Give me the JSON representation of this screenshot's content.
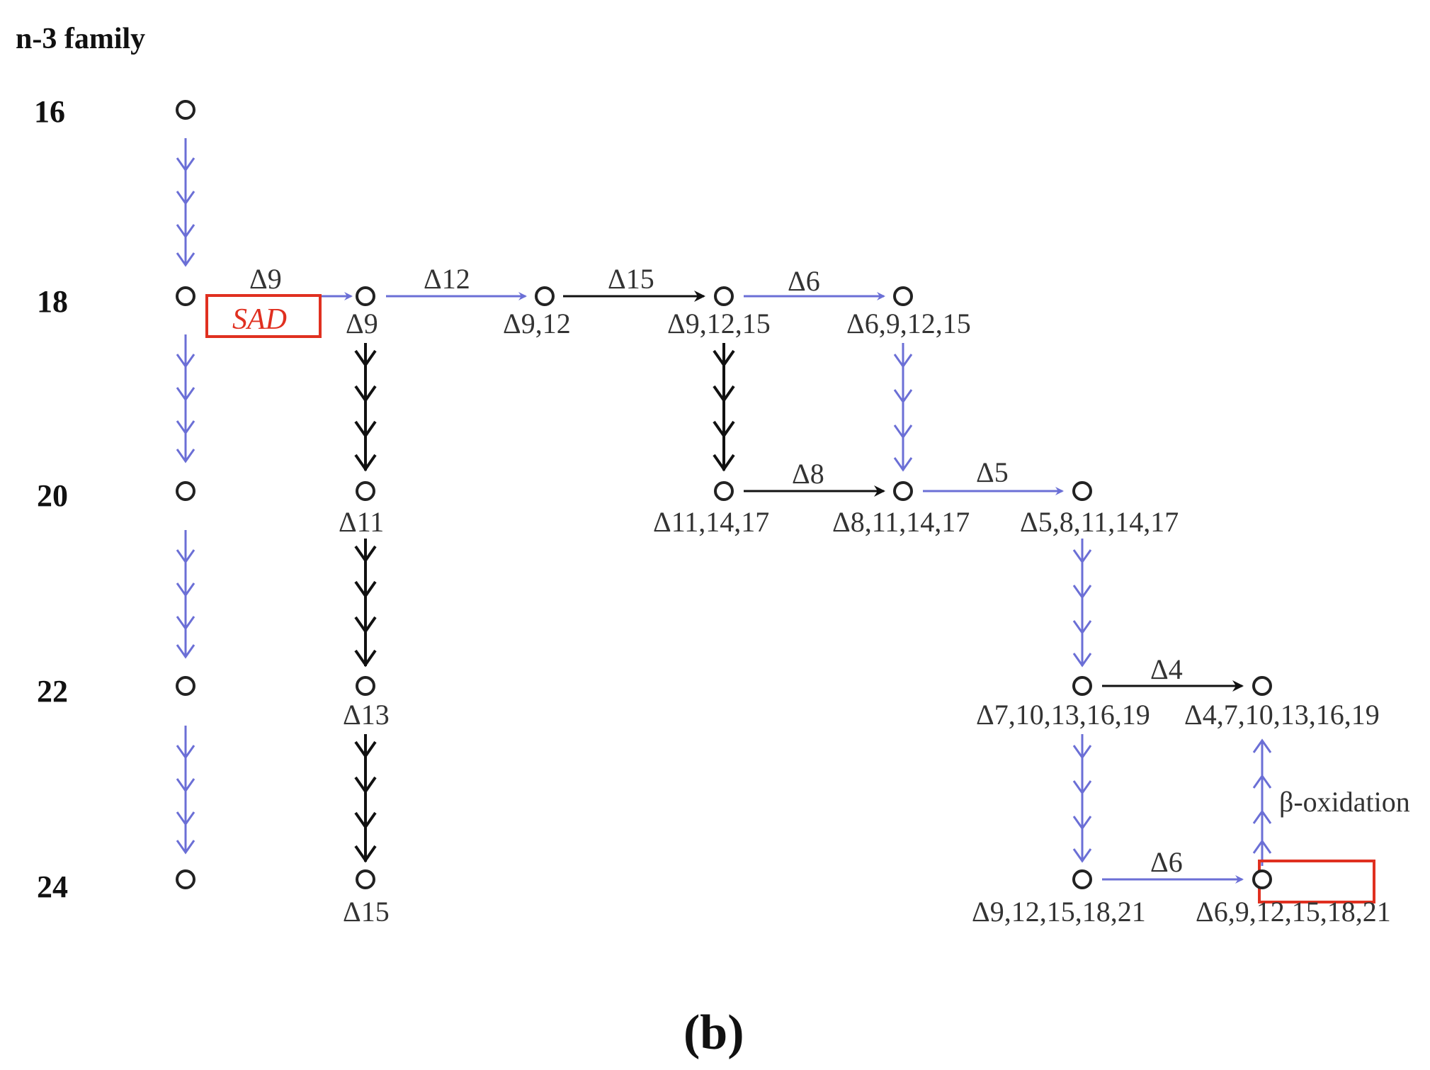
{
  "title": "n-3 family",
  "caption": "(b)",
  "row_labels": [
    "16",
    "18",
    "20",
    "22",
    "24"
  ],
  "colors": {
    "blue": "#6b6fd6",
    "black": "#111111",
    "red": "#e03020"
  },
  "nodes": [
    {
      "id": "c16",
      "label": ""
    },
    {
      "id": "c18",
      "label": ""
    },
    {
      "id": "c20",
      "label": ""
    },
    {
      "id": "c22",
      "label": ""
    },
    {
      "id": "c24",
      "label": ""
    },
    {
      "id": "d9",
      "label": "Δ9"
    },
    {
      "id": "d11",
      "label": "Δ11"
    },
    {
      "id": "d13",
      "label": "Δ13"
    },
    {
      "id": "d15",
      "label": "Δ15"
    },
    {
      "id": "d9_12",
      "label": "Δ9,12"
    },
    {
      "id": "d9_12_15",
      "label": "Δ9,12,15"
    },
    {
      "id": "d6_9_12_15",
      "label": "Δ6,9,12,15"
    },
    {
      "id": "d11_14_17",
      "label": "Δ11,14,17"
    },
    {
      "id": "d8_11_14_17",
      "label": "Δ8,11,14,17"
    },
    {
      "id": "d5_8_11_14_17",
      "label": "Δ5,8,11,14,17"
    },
    {
      "id": "d7_10_13_16_19",
      "label": "Δ7,10,13,16,19"
    },
    {
      "id": "d4_7_10_13_16_19",
      "label": "Δ4,7,10,13,16,19"
    },
    {
      "id": "d9_12_15_18_21",
      "label": "Δ9,12,15,18,21"
    },
    {
      "id": "d6_9_12_15_18_21",
      "label": "Δ6,9,12,15,18,21"
    }
  ],
  "edges": [
    {
      "from": "c18",
      "to": "d9",
      "label": "Δ9",
      "color": "blue",
      "box": "SAD"
    },
    {
      "from": "d9",
      "to": "d9_12",
      "label": "Δ12",
      "color": "blue"
    },
    {
      "from": "d9_12",
      "to": "d9_12_15",
      "label": "Δ15",
      "color": "black"
    },
    {
      "from": "d9_12_15",
      "to": "d6_9_12_15",
      "label": "Δ6",
      "color": "blue"
    },
    {
      "from": "d11_14_17",
      "to": "d8_11_14_17",
      "label": "Δ8",
      "color": "black"
    },
    {
      "from": "d8_11_14_17",
      "to": "d5_8_11_14_17",
      "label": "Δ5",
      "color": "blue"
    },
    {
      "from": "d7_10_13_16_19",
      "to": "d4_7_10_13_16_19",
      "label": "Δ4",
      "color": "black"
    },
    {
      "from": "d9_12_15_18_21",
      "to": "d6_9_12_15_18_21",
      "label": "Δ6",
      "color": "blue"
    }
  ],
  "sad_label": "SAD",
  "beta_label": "β-oxidation"
}
